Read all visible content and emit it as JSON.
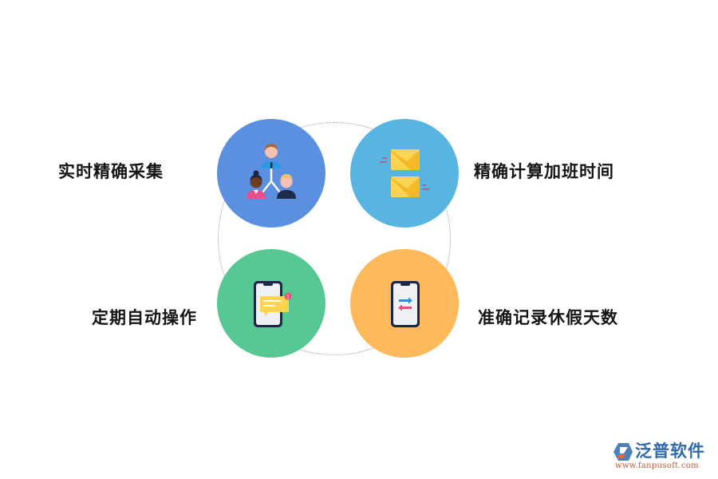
{
  "diagram": {
    "nodes": [
      {
        "id": "top-left",
        "label": "实时精确采集",
        "icon": "people-hierarchy-icon",
        "color": "#5b8fe0"
      },
      {
        "id": "top-right",
        "label": "精确计算加班时间",
        "icon": "envelopes-icon",
        "color": "#58b5e2"
      },
      {
        "id": "bottom-left",
        "label": "定期自动操作",
        "icon": "phone-notification-icon",
        "color": "#57c893"
      },
      {
        "id": "bottom-right",
        "label": "准确记录休假天数",
        "icon": "phone-transfer-icon",
        "color": "#fdb95a"
      }
    ],
    "ring": {
      "style": "dotted",
      "color": "#9a9a9a"
    }
  },
  "watermark": {
    "brand": "泛普软件",
    "url": "www.fanpusoft.com",
    "colors": {
      "brand": "#2f6aa8",
      "url": "#c05a36",
      "mark_accent": "#e8663a"
    }
  }
}
